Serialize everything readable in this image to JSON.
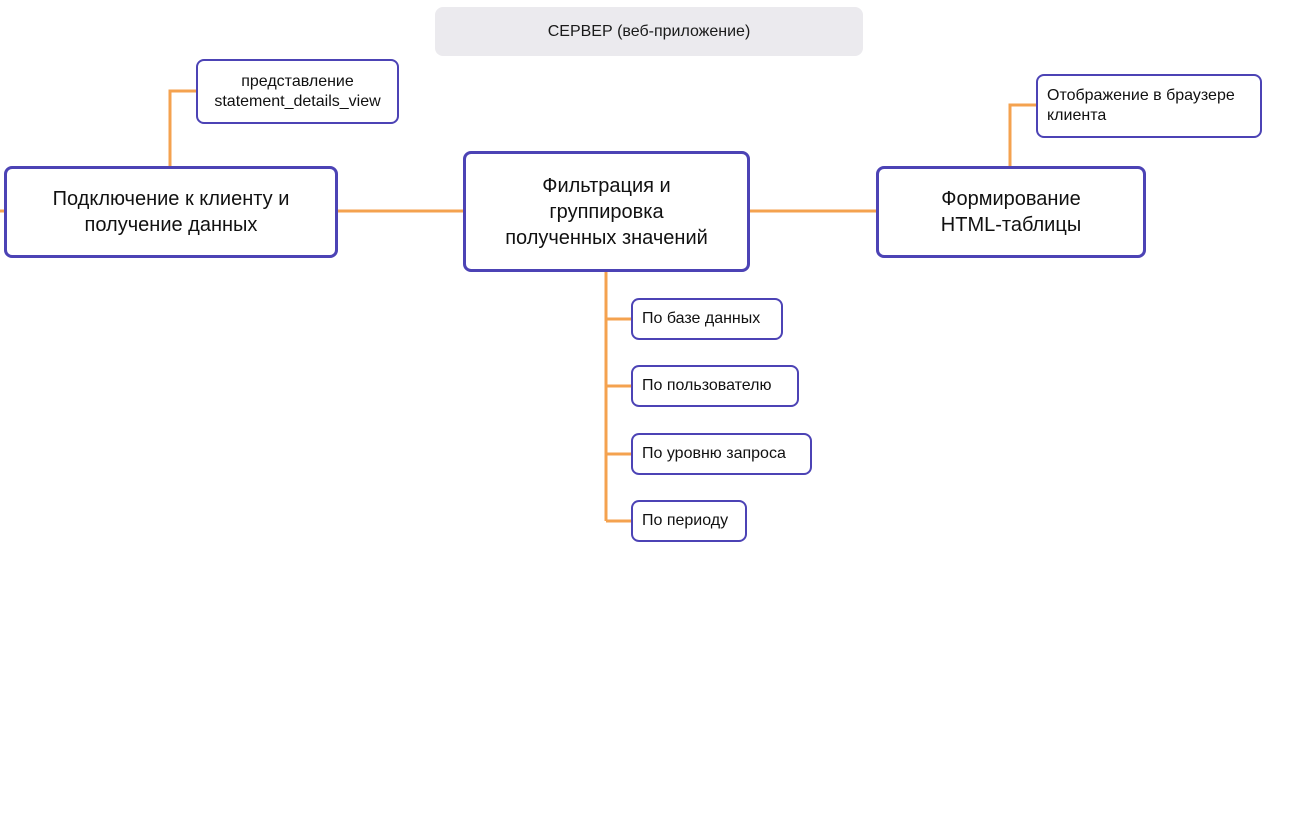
{
  "header": {
    "label": "СЕРВЕР (веб-приложение)"
  },
  "nodes": {
    "connection": {
      "label": "Подключение к клиенту и\nполучение данных"
    },
    "filtering": {
      "label": "Фильтрация и\nгруппировка\nполученных значений"
    },
    "html_table": {
      "label": "Формирование\nHTML-таблицы"
    },
    "view": {
      "label": "представление\nstatement_details_view"
    },
    "browser": {
      "label": "Отображение в браузере\n клиента"
    }
  },
  "filters": [
    {
      "label": "По базе данных"
    },
    {
      "label": "По пользователю"
    },
    {
      "label": "По уровню запроса"
    },
    {
      "label": "По периоду"
    }
  ],
  "colors": {
    "connector": "#f4a24f",
    "node_border": "#4c43b5",
    "header_bg": "#ebeaee"
  }
}
